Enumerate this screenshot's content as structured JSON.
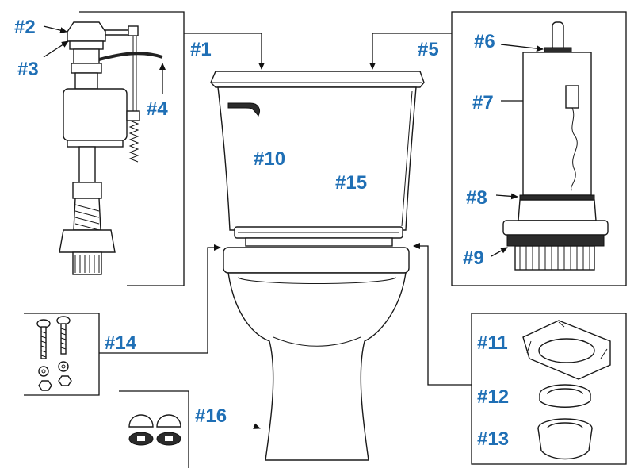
{
  "label_color": "#1f6fb5",
  "labels": {
    "p1": "#1",
    "p2": "#2",
    "p3": "#3",
    "p4": "#4",
    "p5": "#5",
    "p6": "#6",
    "p7": "#7",
    "p8": "#8",
    "p9": "#9",
    "p10": "#10",
    "p11": "#11",
    "p12": "#12",
    "p13": "#13",
    "p14": "#14",
    "p15": "#15",
    "p16": "#16"
  }
}
